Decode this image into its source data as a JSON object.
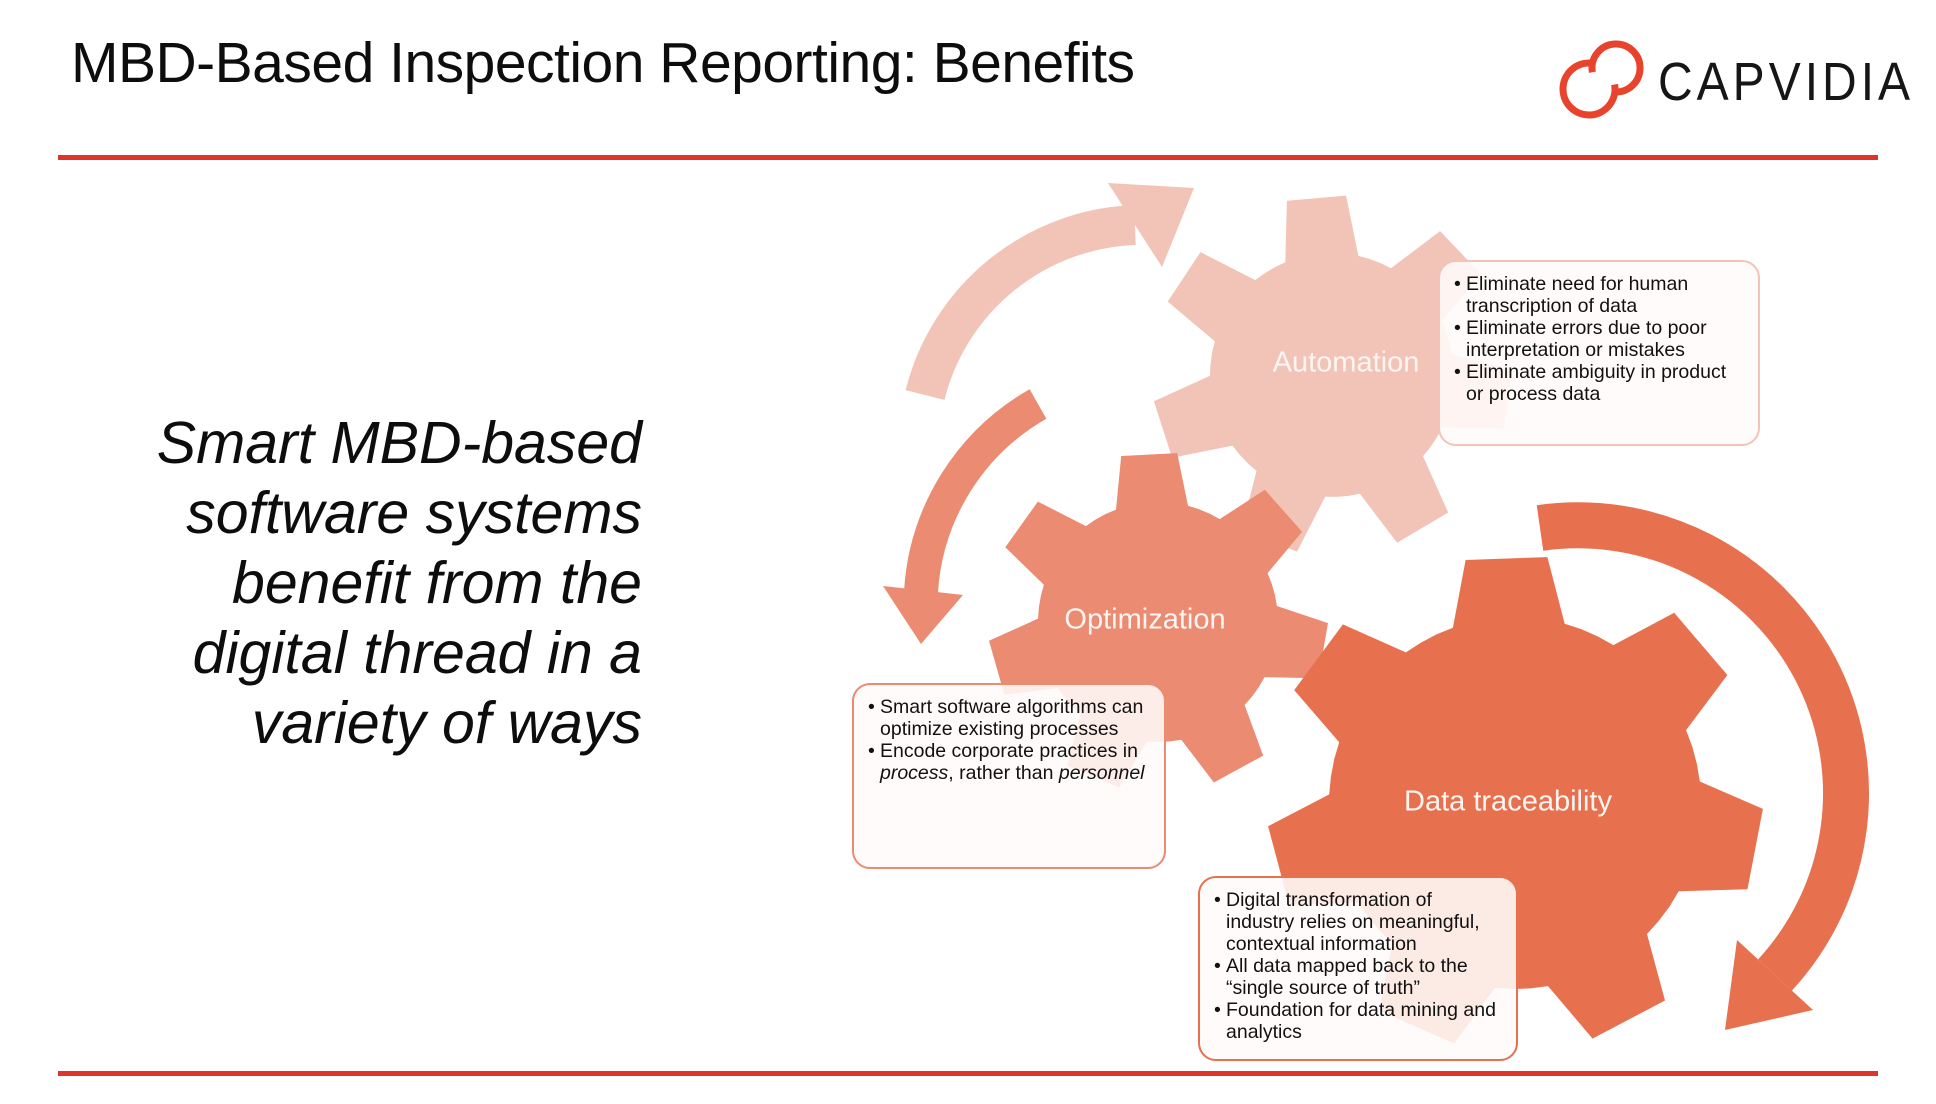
{
  "header": {
    "title": "MBD-Based Inspection Reporting: Benefits",
    "brand": "CAPVIDIA"
  },
  "intro": {
    "lines": [
      "Smart MBD-based",
      "software systems",
      "benefit from the",
      "digital thread in a",
      "variety of ways"
    ]
  },
  "gears": [
    {
      "id": "automation",
      "label": "Automation"
    },
    {
      "id": "optimization",
      "label": "Optimization"
    },
    {
      "id": "data_traceability",
      "label": "Data traceability"
    }
  ],
  "callouts": {
    "automation": {
      "bullets": [
        "Eliminate need for human transcription of data",
        "Eliminate errors due to poor interpretation or mistakes",
        "Eliminate ambiguity in product or process data"
      ]
    },
    "optimization": {
      "bullets": [
        "Smart software algorithms can optimize existing processes",
        "Encode corporate practices in *process*, rather than *personnel*"
      ]
    },
    "data_traceability": {
      "bullets": [
        "Digital transformation of industry relies on meaningful, contextual information",
        "All data mapped back to the “single source of truth”",
        "Foundation for data mining and analytics"
      ]
    }
  },
  "colors": {
    "accent_red": "#DF3428",
    "logo_red": "#E8432D",
    "gear_automation": "#F2C4B8",
    "gear_optimization": "#EA8B72",
    "gear_data_traceability": "#E7714E",
    "text_black": "#0D0D0D",
    "gear_label_white": "#FCF5F2"
  }
}
